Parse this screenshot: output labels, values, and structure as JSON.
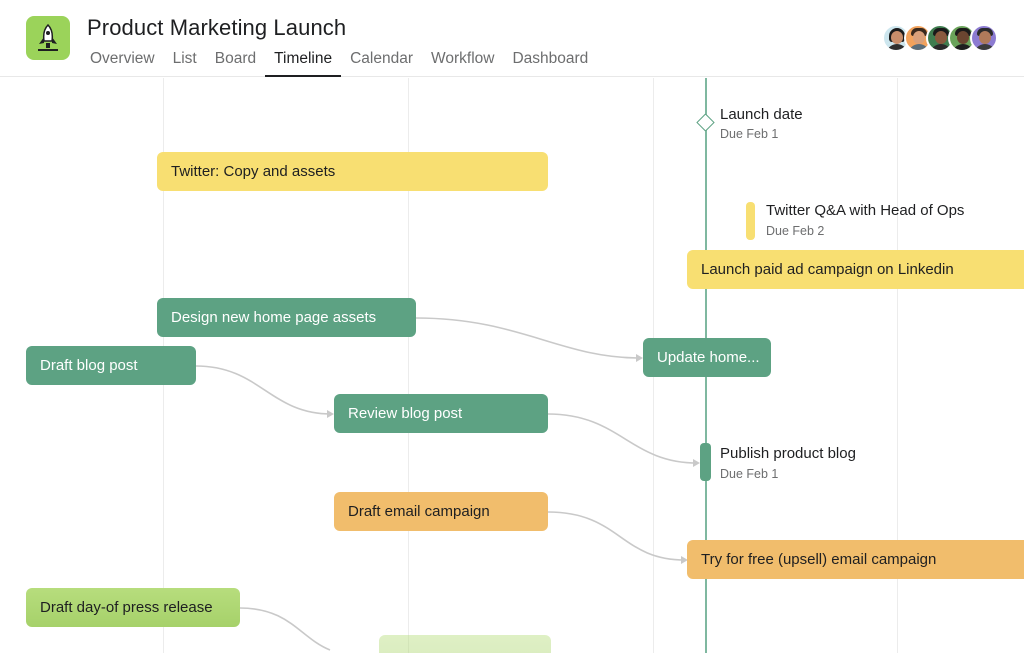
{
  "project": {
    "title": "Product Marketing Launch",
    "icon": "rocket-icon",
    "icon_color": "#9bd35a"
  },
  "tabs": [
    {
      "label": "Overview",
      "active": false
    },
    {
      "label": "List",
      "active": false
    },
    {
      "label": "Board",
      "active": false
    },
    {
      "label": "Timeline",
      "active": true
    },
    {
      "label": "Calendar",
      "active": false
    },
    {
      "label": "Workflow",
      "active": false
    },
    {
      "label": "Dashboard",
      "active": false
    }
  ],
  "members": [
    "avatar-1",
    "avatar-2",
    "avatar-3",
    "avatar-4",
    "avatar-5"
  ],
  "colors": {
    "yellow": "#f8df72",
    "green": "#5da283",
    "orange": "#f1bd6c",
    "lime": "#a6d16a",
    "today_line": "#7fb8a0"
  },
  "tasks": {
    "twitter_copy": "Twitter: Copy and assets",
    "paid_ad_linkedin": "Launch paid ad campaign on Linkedin",
    "design_home_assets": "Design new home page assets",
    "update_home": "Update home...",
    "draft_blog": "Draft blog post",
    "review_blog": "Review blog post",
    "draft_email": "Draft email campaign",
    "upsell_email": "Try for free (upsell) email campaign",
    "draft_press": "Draft day-of press release"
  },
  "milestones": {
    "launch_date": {
      "title": "Launch date",
      "due": "Due Feb 1"
    },
    "twitter_qa": {
      "title": "Twitter Q&A with Head of Ops",
      "due": "Due Feb 2"
    },
    "publish_blog": {
      "title": "Publish product blog",
      "due": "Due Feb 1"
    }
  }
}
